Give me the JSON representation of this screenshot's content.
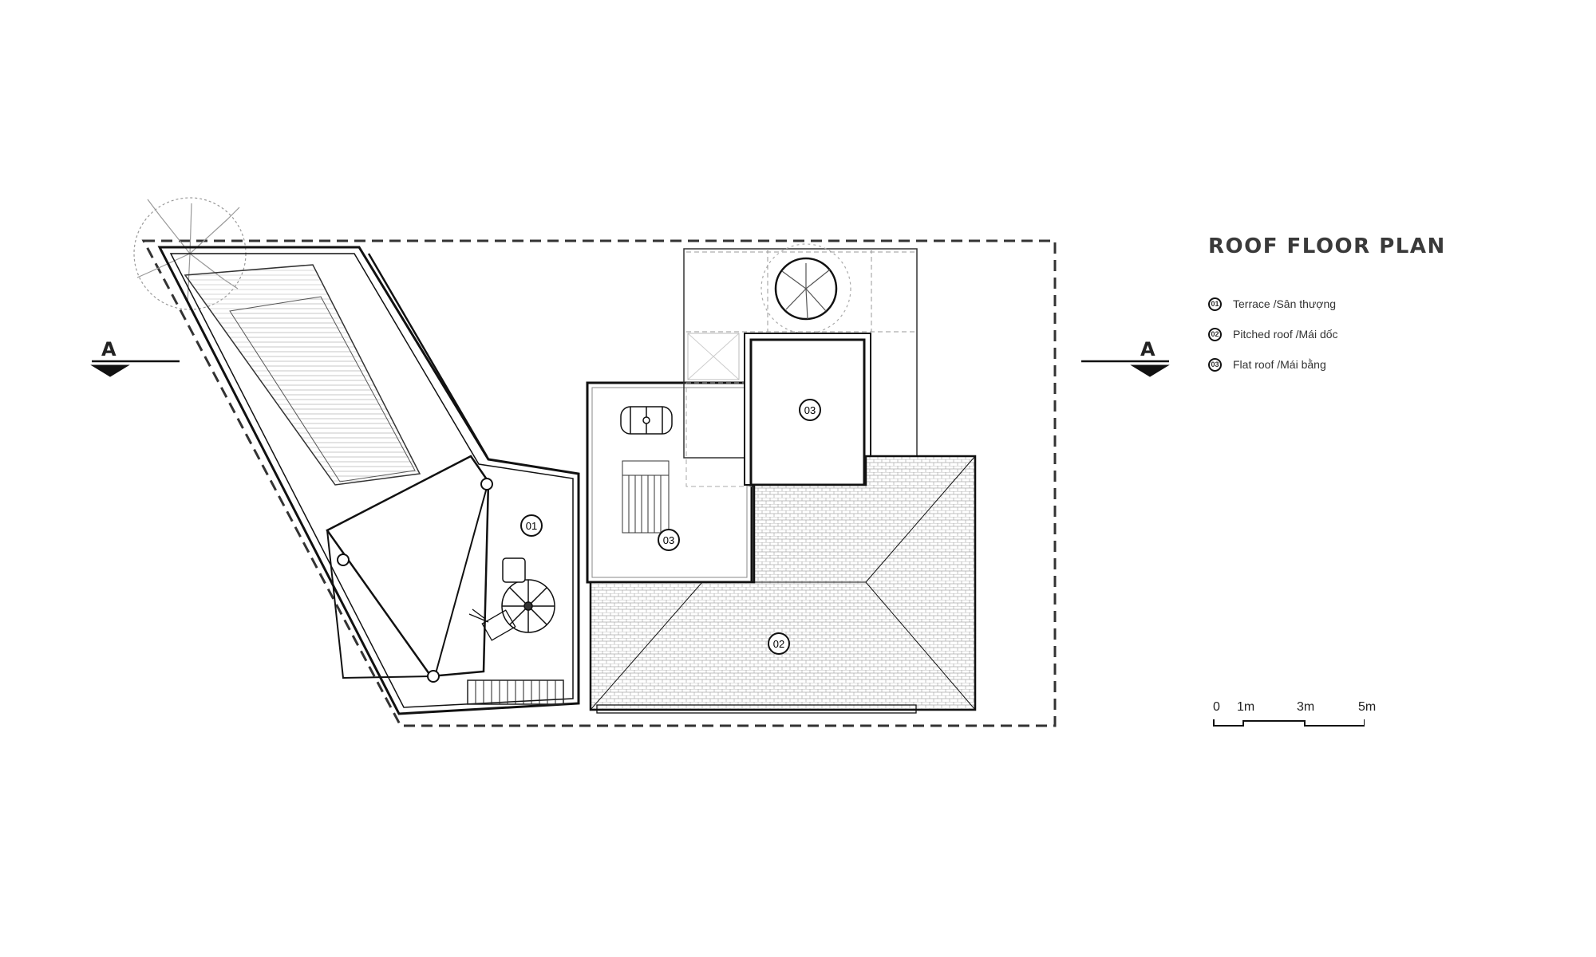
{
  "title": "ROOF FLOOR PLAN",
  "legend": [
    {
      "number": "01",
      "label": "Terrace /Sân thượng"
    },
    {
      "number": "02",
      "label": "Pitched roof /Mái dốc"
    },
    {
      "number": "03",
      "label": "Flat roof /Mái bằng"
    }
  ],
  "plan_tags": {
    "terrace": "01",
    "pitched_roof": "02",
    "flat_roof_left": "03",
    "flat_roof_right": "03"
  },
  "section_marks": {
    "left": "A",
    "right": "A"
  },
  "scale_bar": {
    "labels": [
      "0",
      "1m",
      "3m",
      "5m"
    ]
  }
}
